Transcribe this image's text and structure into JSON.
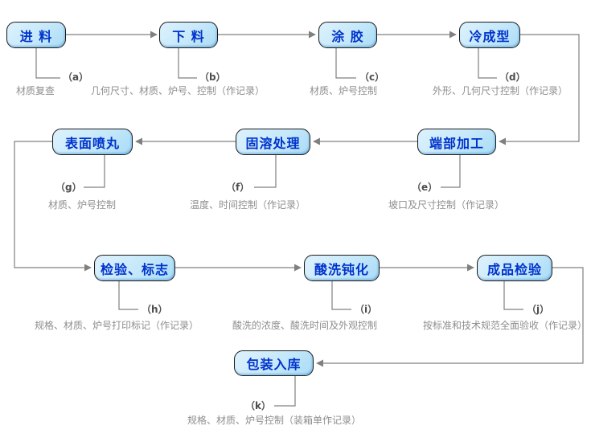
{
  "colors": {
    "node_fill": "#c5e8fa",
    "node_border": "#1a1a1a",
    "node_text": "#0033cc",
    "line": "#808080",
    "tag_text": "#4d4d4d",
    "desc_text": "#8e8e8e",
    "background": "#ffffff"
  },
  "nodes": {
    "feed": {
      "label": "进 料"
    },
    "cutting": {
      "label": "下 料"
    },
    "gluing": {
      "label": "涂 胶"
    },
    "cold_forming": {
      "label": "冷成型"
    },
    "end_machining": {
      "label": "端部加工"
    },
    "solution_treatment": {
      "label": "固溶处理"
    },
    "shot_peening": {
      "label": "表面喷丸"
    },
    "inspection_marking": {
      "label": "检验、标志"
    },
    "pickling_passivation": {
      "label": "酸洗钝化"
    },
    "final_inspection": {
      "label": "成品检验"
    },
    "packing_storage": {
      "label": "包装入库"
    }
  },
  "annotations": {
    "a": {
      "tag": "（a）",
      "text": "材质复查"
    },
    "b": {
      "tag": "（b）",
      "text": "几何尺寸、材质、炉号、控制（作记录）"
    },
    "c": {
      "tag": "（c）",
      "text": "材质、炉号控制"
    },
    "d": {
      "tag": "（d）",
      "text": "外形、几何尺寸控制（作记录）"
    },
    "e": {
      "tag": "（e）",
      "text": "坡口及尺寸控制（作记录）"
    },
    "f": {
      "tag": "（f）",
      "text": "温度、时间控制（作记录）"
    },
    "g": {
      "tag": "（g）",
      "text": "材质、炉号控制"
    },
    "h": {
      "tag": "（h）",
      "text": "规格、材质、炉号打印标记（作记录）"
    },
    "i": {
      "tag": "（i）",
      "text": "酸洗的浓度、酸洗时间及外观控制"
    },
    "j": {
      "tag": "（j）",
      "text": "按标准和技术规范全面验收（作记录）"
    },
    "k": {
      "tag": "（k）",
      "text": "规格、材质、炉号控制（装箱单作记录）"
    }
  }
}
